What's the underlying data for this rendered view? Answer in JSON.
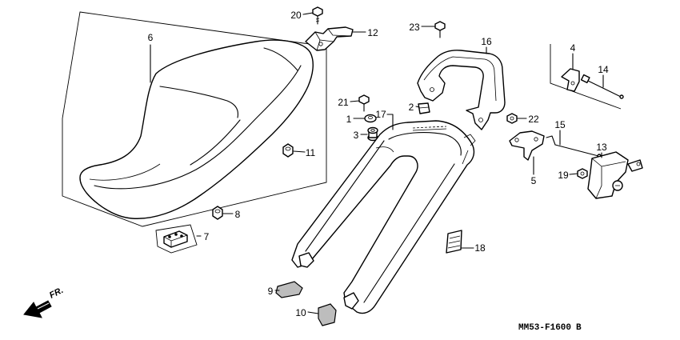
{
  "callouts": [
    "1",
    "2",
    "3",
    "4",
    "5",
    "6",
    "7",
    "8",
    "9",
    "10",
    "11",
    "12",
    "13",
    "14",
    "15",
    "16",
    "17",
    "18",
    "19",
    "20",
    "21",
    "22",
    "23"
  ],
  "direction_marker": "FR.",
  "diagram_code": "MM53-F1600",
  "diagram_revision": "B",
  "colors": {
    "line": "#000000",
    "background": "#ffffff",
    "rubber_fill": "#bdbdbd"
  }
}
